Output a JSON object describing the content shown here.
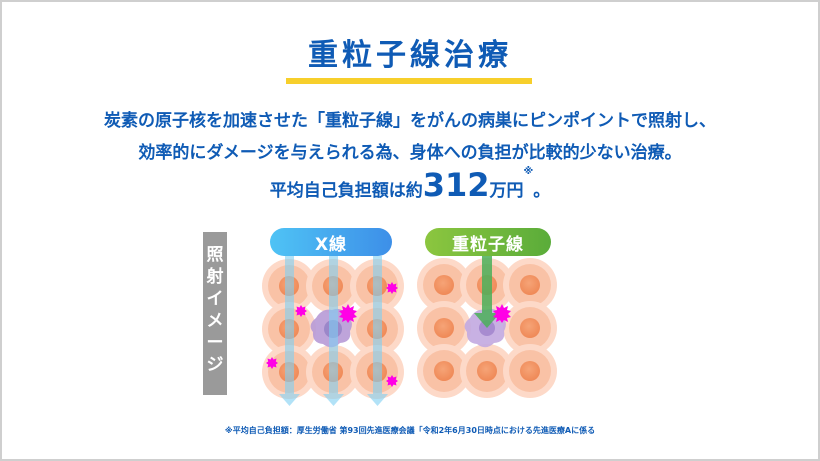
{
  "title": "重粒子線治療",
  "description": {
    "line1": "炭素の原子核を加速させた「重粒子線」をがんの病巣にピンポイントで照射し、",
    "line2": "効率的にダメージを与えられる為、身体への負担が比較的少ない治療。"
  },
  "cost": {
    "prefix": "平均自己負担額は約",
    "amount": "312",
    "unit": "万円",
    "note_mark": "※",
    "suffix": "。"
  },
  "diagram": {
    "side_label": [
      "照",
      "射",
      "イ",
      "メ",
      "ー",
      "ジ"
    ],
    "xray_label": "X線",
    "heavy_label": "重粒子線"
  },
  "footnote": "※平均自己負担額：厚生労働省 第93回先進医療会議「令和2年6月30日時点における先進医療Aに係る",
  "colors": {
    "primary_text": "#0f5bb5",
    "accent_underline": "#f7cf2b",
    "xray_blue": "#3d8fe8",
    "heavy_green": "#5aac3a",
    "cell_peach": "#f9c2a6",
    "tumor_purple": "#b79ad6",
    "damage_magenta": "#ff00e6"
  }
}
